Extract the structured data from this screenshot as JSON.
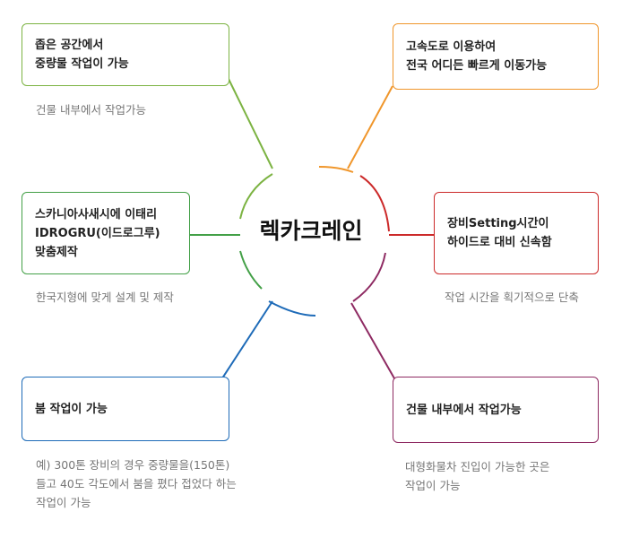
{
  "center": {
    "label": "렉카크레인"
  },
  "branches": [
    {
      "id": "top-left",
      "color": "#7cb342",
      "lines": [
        "좁은 공간에서",
        "중량물 작업이 가능"
      ],
      "note": [
        "건물 내부에서 작업가능"
      ]
    },
    {
      "id": "mid-left",
      "color": "#43a047",
      "lines": [
        "스카니아사새시에 이태리",
        "IDROGRU(이드로그루)",
        "맞춤제작"
      ],
      "note": [
        "한국지형에 맞게 설계 및 제작"
      ]
    },
    {
      "id": "bottom-left",
      "color": "#1e6bb8",
      "lines": [
        "붐 작업이 가능"
      ],
      "note": [
        "예) 300톤 장비의 경우 중량물을(150톤)",
        "들고 40도 각도에서 붐을 폈다 접었다 하는",
        "작업이 가능"
      ]
    },
    {
      "id": "top-right",
      "color": "#f0962b",
      "lines": [
        "고속도로 이용하여",
        "전국 어디든 빠르게 이동가능"
      ],
      "note": []
    },
    {
      "id": "mid-right",
      "color": "#cc2a2a",
      "lines": [
        "장비Setting시간이",
        "하이드로 대비 신속함"
      ],
      "note": [
        "작업 시간을 획기적으로 단축"
      ]
    },
    {
      "id": "bottom-right",
      "color": "#8e2a62",
      "lines": [
        "건물 내부에서 작업가능"
      ],
      "note": [
        "대형화물차 진입이 가능한 곳은",
        "작업이 가능"
      ]
    }
  ]
}
